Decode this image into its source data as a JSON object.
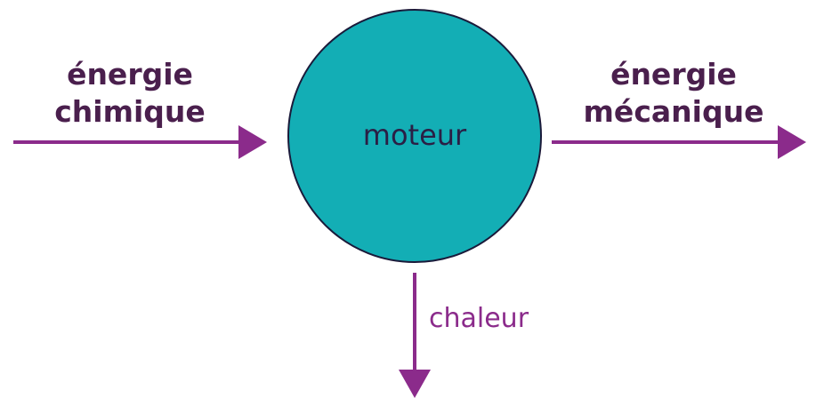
{
  "diagram": {
    "center": {
      "label": "moteur"
    },
    "input": {
      "lines": [
        "énergie",
        "chimique"
      ]
    },
    "output": {
      "lines": [
        "énergie",
        "mécanique"
      ]
    },
    "loss": {
      "label": "chaleur"
    }
  },
  "colors": {
    "arrow": "#8b2b8b",
    "circle_fill": "#13aeb5",
    "circle_stroke": "#1a1a3a",
    "label_text": "#4a1f4d",
    "center_text": "#2a1f45",
    "loss_text": "#8b2b8b"
  }
}
